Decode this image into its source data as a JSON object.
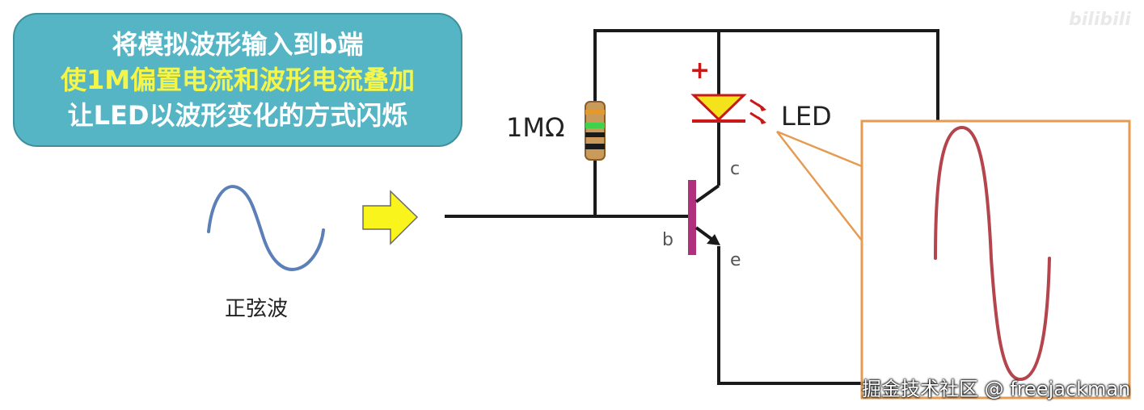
{
  "callout": {
    "line1": "将模拟波形输入到b端",
    "line2": "使1M偏置电流和波形电流叠加",
    "line3": "让LED以波形变化的方式闪烁"
  },
  "labels": {
    "resistor": "1MΩ",
    "led": "LED",
    "plus": "+",
    "collector": "c",
    "base": "b",
    "emitter": "e",
    "sine": "正弦波"
  },
  "watermarks": {
    "top": "bilibili",
    "bottom": "掘金技术社区 @ freejackman"
  },
  "colors": {
    "callout_bg": "#56b5c4",
    "highlight_text": "#f4f54a",
    "wire": "#1a1a1a",
    "led_fill": "#f4e31c",
    "led_accent": "#c81818",
    "transistor_base": "#b0307e",
    "arrow_fill": "#f8f41c",
    "zoom_border": "#e59b52",
    "sine_blue": "#5b7fb6",
    "sine_red": "#b5454d"
  },
  "icons": [
    "sine-wave-icon",
    "right-arrow-icon",
    "resistor-icon",
    "led-icon",
    "transistor-icon"
  ]
}
